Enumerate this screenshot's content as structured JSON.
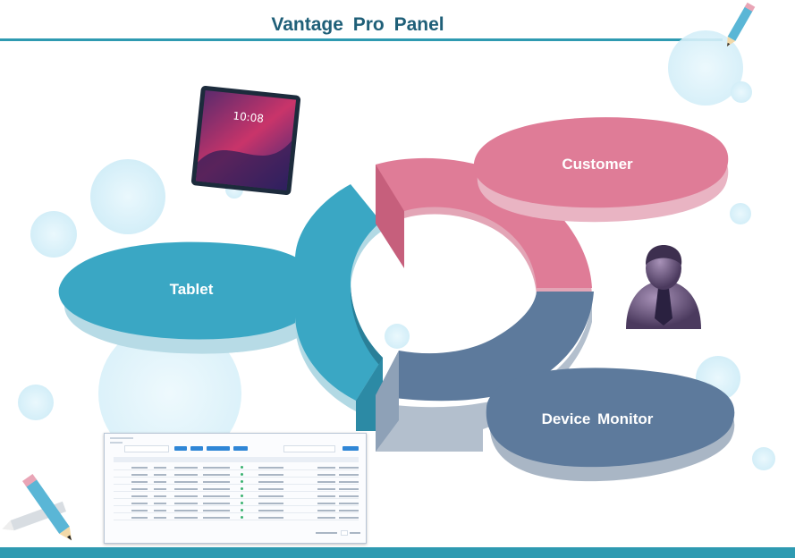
{
  "title": "Vantage  Pro  Panel",
  "segments": [
    {
      "id": "tablet",
      "label": "Tablet",
      "color": "#3aa7c4"
    },
    {
      "id": "customer",
      "label": "Customer",
      "color": "#df7c97"
    },
    {
      "id": "device-monitor",
      "label": "Device  Monitor",
      "color": "#5d7a9c"
    }
  ],
  "colors": {
    "title": "#1f5f78",
    "accent_line": "#2e9ab1",
    "bubble": "#dff3fa"
  }
}
